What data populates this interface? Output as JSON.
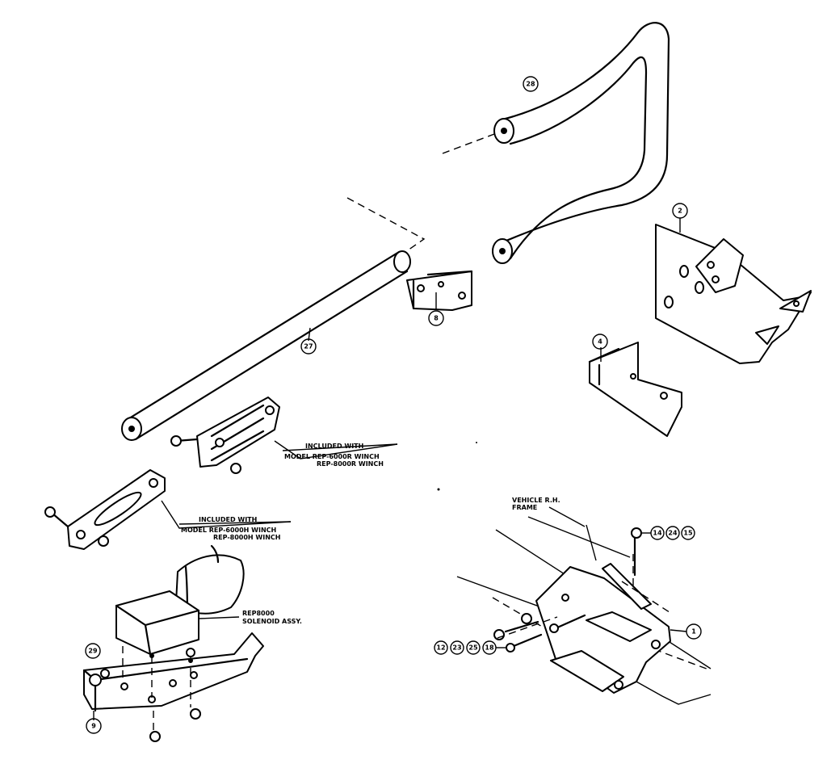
{
  "callouts": {
    "c28": "28",
    "c2": "2",
    "c8": "8",
    "c27": "27",
    "c4": "4",
    "c1": "1",
    "c9": "9",
    "c29": "29",
    "c14": "14",
    "c24": "24",
    "c15": "15",
    "c12": "12",
    "c23": "23",
    "c25": "25",
    "c18": "18"
  },
  "labels": {
    "included_top": [
      "INCLUDED WITH",
      "MODEL  REP-6000R WINCH",
      "REP-8000R WINCH"
    ],
    "included_mid": [
      "INCLUDED WITH",
      "MODEL  REP-6000H WINCH",
      "REP-8000H WINCH"
    ],
    "solenoid": [
      "REP8000",
      "SOLENOID ASSY."
    ],
    "vehicle_frame": [
      "VEHICLE  R.H.",
      "FRAME"
    ]
  }
}
